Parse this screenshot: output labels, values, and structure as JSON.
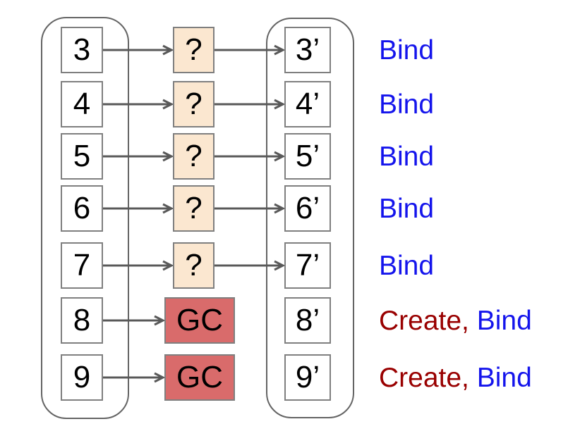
{
  "diagram": {
    "description": "object-mapping-diagram",
    "rows": [
      {
        "source": "3",
        "middle": "?",
        "middle_type": "question",
        "target": "3’",
        "actions": [
          {
            "text": "Bind",
            "color": "#1414ec"
          }
        ]
      },
      {
        "source": "4",
        "middle": "?",
        "middle_type": "question",
        "target": "4’",
        "actions": [
          {
            "text": "Bind",
            "color": "#1414ec"
          }
        ]
      },
      {
        "source": "5",
        "middle": "?",
        "middle_type": "question",
        "target": "5’",
        "actions": [
          {
            "text": "Bind",
            "color": "#1414ec"
          }
        ]
      },
      {
        "source": "6",
        "middle": "?",
        "middle_type": "question",
        "target": "6’",
        "actions": [
          {
            "text": "Bind",
            "color": "#1414ec"
          }
        ]
      },
      {
        "source": "7",
        "middle": "?",
        "middle_type": "question",
        "target": "7’",
        "actions": [
          {
            "text": "Bind",
            "color": "#1414ec"
          }
        ]
      },
      {
        "source": "8",
        "middle": "GC",
        "middle_type": "gc",
        "target": "8’",
        "actions": [
          {
            "text": "Create, ",
            "color": "#990000"
          },
          {
            "text": "Bind",
            "color": "#1414ec"
          }
        ]
      },
      {
        "source": "9",
        "middle": "GC",
        "middle_type": "gc",
        "target": "9’",
        "actions": [
          {
            "text": "Create, ",
            "color": "#990000"
          },
          {
            "text": "Bind",
            "color": "#1414ec"
          }
        ]
      }
    ],
    "colors": {
      "question_fill": "#fbe7d0",
      "gc_fill": "#d96b6b",
      "arrow": "#595959",
      "bind_text": "#1414ec",
      "create_text": "#990000",
      "box_border": "#7f7f7f",
      "container_border": "#646464"
    }
  }
}
